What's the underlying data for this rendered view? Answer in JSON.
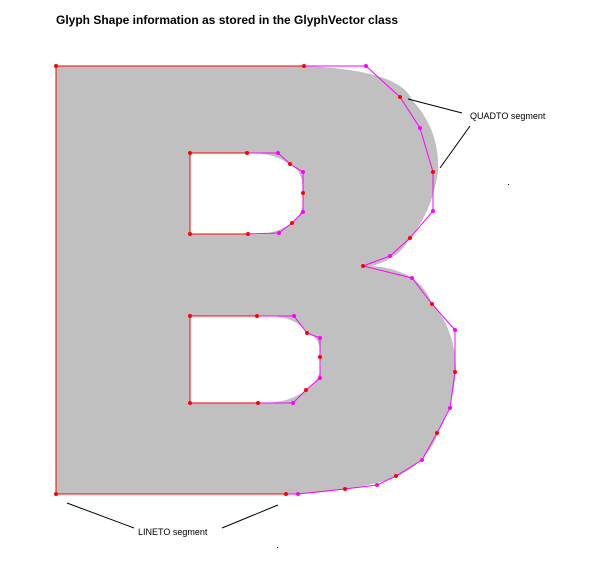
{
  "title": "Glyph Shape information as stored in the GlyphVector class",
  "annotations": {
    "quadto_label": "QUADTO segment",
    "lineto_label": "LINETO segment"
  },
  "colors": {
    "fill": "#c0c0c0",
    "lineto": "#ff0000",
    "quadto_control": "#ff00ff",
    "point_on_curve": "#ff0000",
    "point_control": "#ff00ff",
    "leader": "#000000"
  }
}
